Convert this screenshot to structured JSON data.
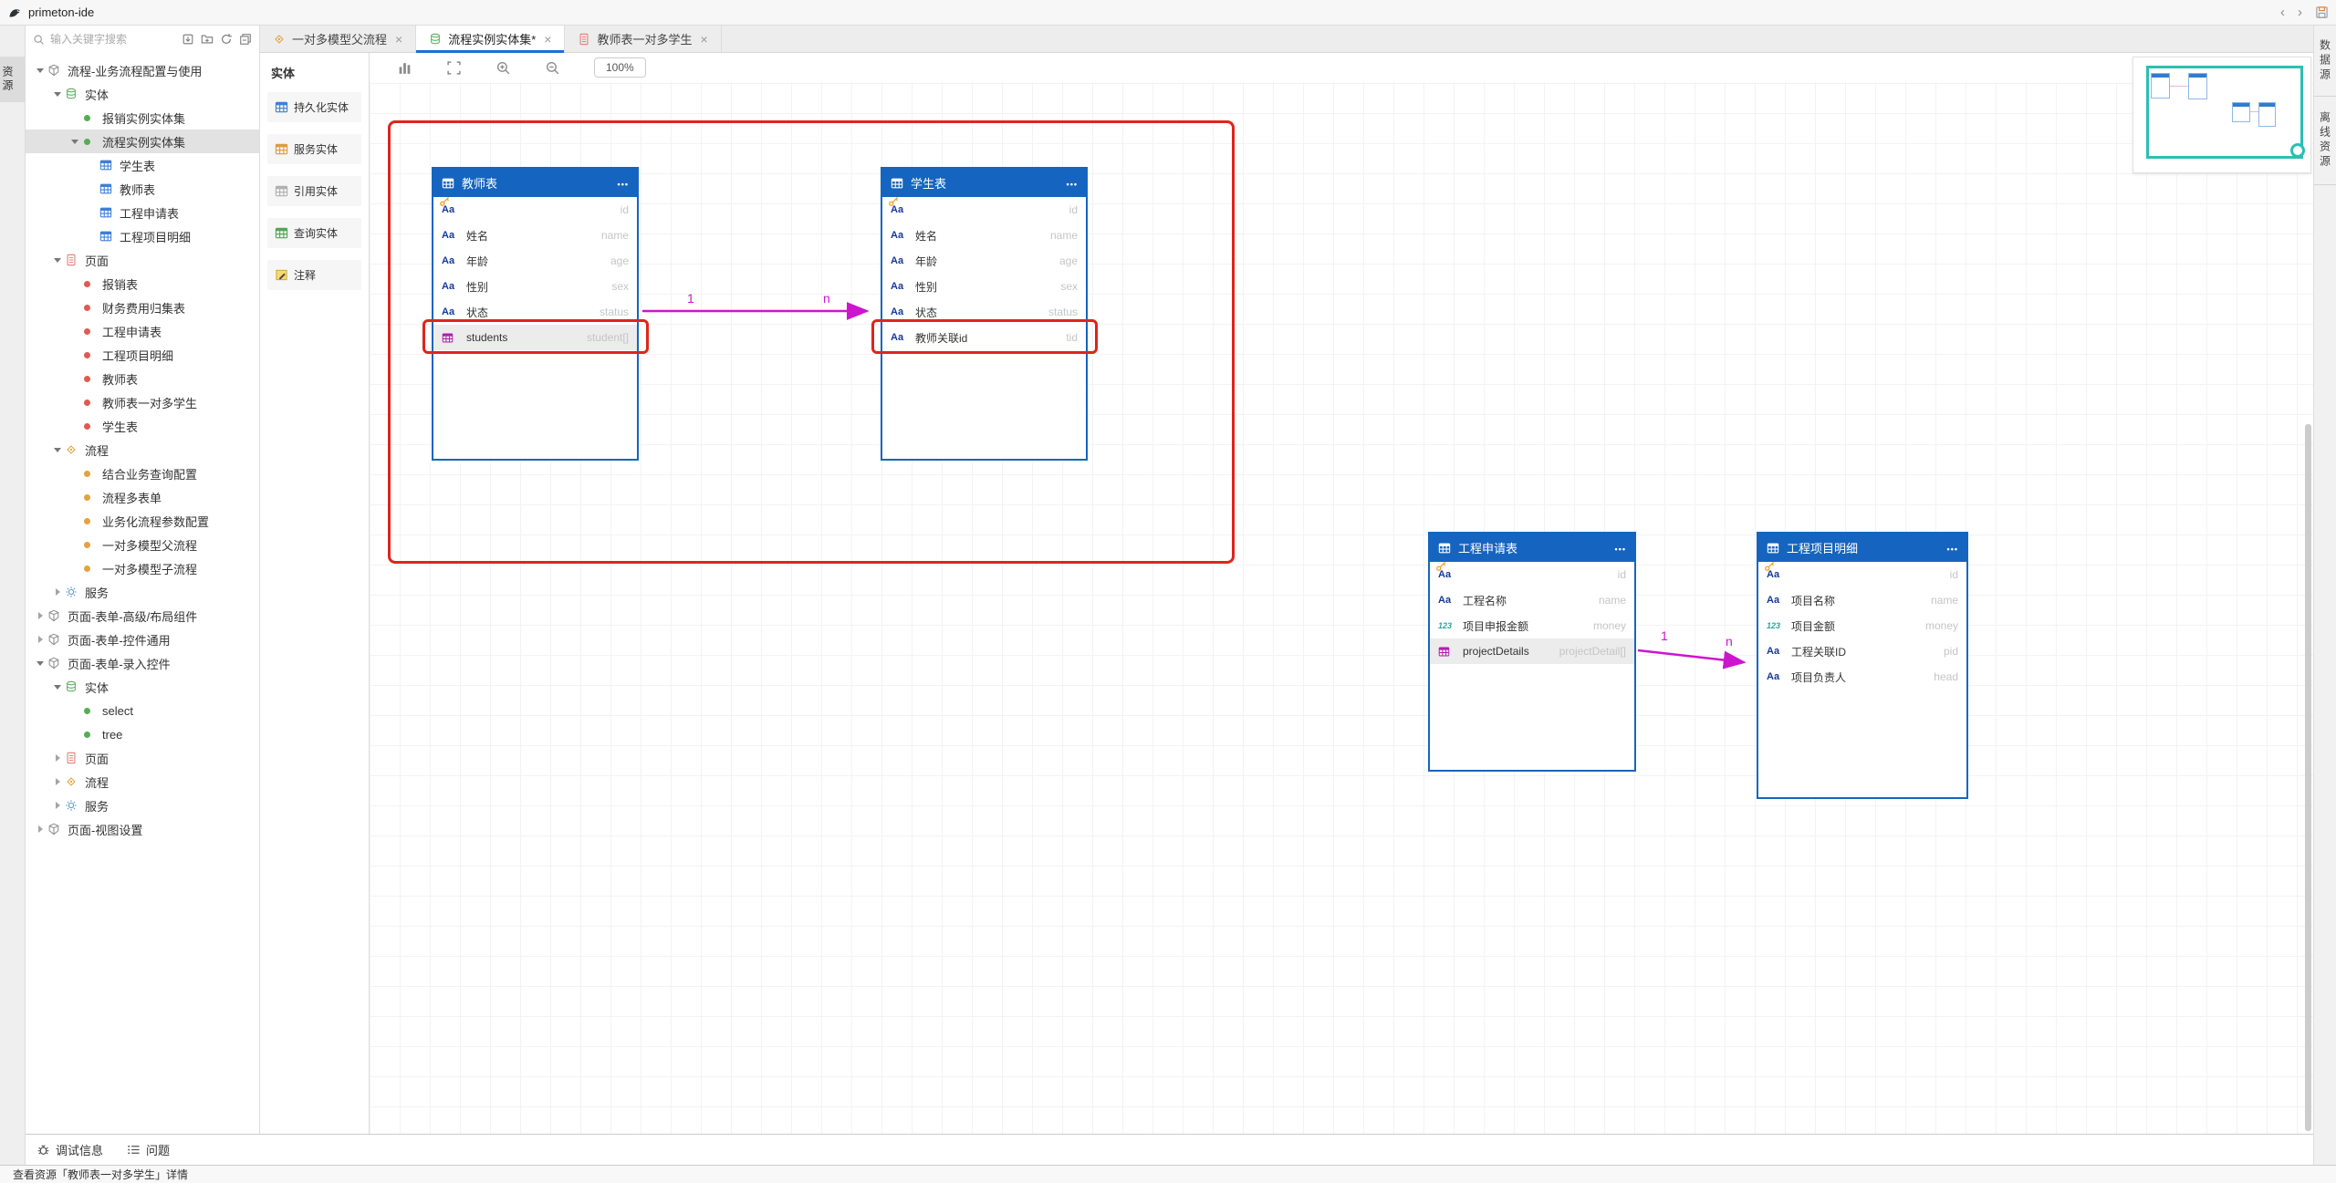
{
  "colors": {
    "accent_blue": "#1565c0",
    "relation_magenta": "#cd15cd",
    "annotation_red": "#e0241b",
    "minimap_teal": "#2bbfb3",
    "dot_green": "#54ad54",
    "dot_red": "#e05a52",
    "dot_orange": "#e5a23c"
  },
  "titlebar": {
    "title": "primeton-ide",
    "nav_back": "‹",
    "nav_forward": "›"
  },
  "left_rail": {
    "tab_label": "资源"
  },
  "right_rail": {
    "tabs": [
      {
        "label": "数据源"
      },
      {
        "label": "离线资源"
      }
    ]
  },
  "sidebar": {
    "search": {
      "placeholder": "输入关键字搜索"
    },
    "tree": [
      {
        "label": "流程-业务流程配置与使用",
        "icon": "package"
      },
      {
        "label": "实体",
        "icon": "database"
      },
      {
        "label": "报销实例实体集",
        "icon": "dot-green"
      },
      {
        "label": "流程实例实体集",
        "icon": "dot-green",
        "selected": true
      },
      {
        "label": "学生表",
        "icon": "table"
      },
      {
        "label": "教师表",
        "icon": "table"
      },
      {
        "label": "工程申请表",
        "icon": "table"
      },
      {
        "label": "工程项目明细",
        "icon": "table"
      },
      {
        "label": "页面",
        "icon": "page"
      },
      {
        "label": "报销表",
        "icon": "dot-red"
      },
      {
        "label": "财务费用归集表",
        "icon": "dot-red"
      },
      {
        "label": "工程申请表",
        "icon": "dot-red"
      },
      {
        "label": "工程项目明细",
        "icon": "dot-red"
      },
      {
        "label": "教师表",
        "icon": "dot-red"
      },
      {
        "label": "教师表一对多学生",
        "icon": "dot-red"
      },
      {
        "label": "学生表",
        "icon": "dot-red"
      },
      {
        "label": "流程",
        "icon": "flow"
      },
      {
        "label": "结合业务查询配置",
        "icon": "dot-orange"
      },
      {
        "label": "流程多表单",
        "icon": "dot-orange"
      },
      {
        "label": "业务化流程参数配置",
        "icon": "dot-orange"
      },
      {
        "label": "一对多模型父流程",
        "icon": "dot-orange"
      },
      {
        "label": "一对多模型子流程",
        "icon": "dot-orange"
      },
      {
        "label": "服务",
        "icon": "gear"
      },
      {
        "label": "页面-表单-高级/布局组件",
        "icon": "package"
      },
      {
        "label": "页面-表单-控件通用",
        "icon": "package"
      },
      {
        "label": "页面-表单-录入控件",
        "icon": "package"
      },
      {
        "label": "实体",
        "icon": "database"
      },
      {
        "label": "select",
        "icon": "dot-green"
      },
      {
        "label": "tree",
        "icon": "dot-green"
      },
      {
        "label": "页面",
        "icon": "page"
      },
      {
        "label": "流程",
        "icon": "flow"
      },
      {
        "label": "服务",
        "icon": "gear"
      },
      {
        "label": "页面-视图设置",
        "icon": "package"
      }
    ],
    "footer": {
      "debug_label": "调试信息",
      "problems_label": "问题"
    }
  },
  "editor_tabs": [
    {
      "label": "一对多模型父流程",
      "icon": "flow-diamond"
    },
    {
      "label": "流程实例实体集*",
      "icon": "database-green",
      "active": true
    },
    {
      "label": "教师表一对多学生",
      "icon": "page-red"
    }
  ],
  "palette": {
    "title": "实体",
    "items": [
      {
        "label": "持久化实体",
        "icon": "table-blue"
      },
      {
        "label": "服务实体",
        "icon": "table-orange"
      },
      {
        "label": "引用实体",
        "icon": "table-gray"
      },
      {
        "label": "查询实体",
        "icon": "table-green"
      },
      {
        "label": "注释",
        "icon": "note-yellow"
      }
    ]
  },
  "canvas_toolbar": {
    "zoom_value": "100%"
  },
  "entities": [
    {
      "title": "教师表",
      "fields": [
        {
          "name": "",
          "code": "id",
          "icon": "key-text"
        },
        {
          "name": "姓名",
          "code": "name",
          "icon": "text"
        },
        {
          "name": "年龄",
          "code": "age",
          "icon": "text"
        },
        {
          "name": "性别",
          "code": "sex",
          "icon": "text"
        },
        {
          "name": "状态",
          "code": "status",
          "icon": "text"
        },
        {
          "name": "students",
          "code": "student[]",
          "icon": "relation"
        }
      ]
    },
    {
      "title": "学生表",
      "fields": [
        {
          "name": "",
          "code": "id",
          "icon": "key-text"
        },
        {
          "name": "姓名",
          "code": "name",
          "icon": "text"
        },
        {
          "name": "年龄",
          "code": "age",
          "icon": "text"
        },
        {
          "name": "性别",
          "code": "sex",
          "icon": "text"
        },
        {
          "name": "状态",
          "code": "status",
          "icon": "text"
        },
        {
          "name": "教师关联id",
          "code": "tid",
          "icon": "text"
        }
      ]
    },
    {
      "title": "工程申请表",
      "fields": [
        {
          "name": "",
          "code": "id",
          "icon": "key-text"
        },
        {
          "name": "工程名称",
          "code": "name",
          "icon": "text"
        },
        {
          "name": "项目申报金额",
          "code": "money",
          "icon": "number"
        },
        {
          "name": "projectDetails",
          "code": "projectDetail[]",
          "icon": "relation"
        }
      ]
    },
    {
      "title": "工程项目明细",
      "fields": [
        {
          "name": "",
          "code": "id",
          "icon": "key-text"
        },
        {
          "name": "项目名称",
          "code": "name",
          "icon": "text"
        },
        {
          "name": "项目金额",
          "code": "money",
          "icon": "number"
        },
        {
          "name": "工程关联ID",
          "code": "pid",
          "icon": "text"
        },
        {
          "name": "项目负责人",
          "code": "head",
          "icon": "text"
        }
      ]
    }
  ],
  "relations": [
    {
      "source": "教师表",
      "target": "学生表",
      "source_label": "1",
      "target_label": "n"
    },
    {
      "source": "工程申请表",
      "target": "工程项目明细",
      "source_label": "1",
      "target_label": "n"
    }
  ],
  "statusbar": {
    "text": "查看资源「教师表一对多学生」详情"
  }
}
